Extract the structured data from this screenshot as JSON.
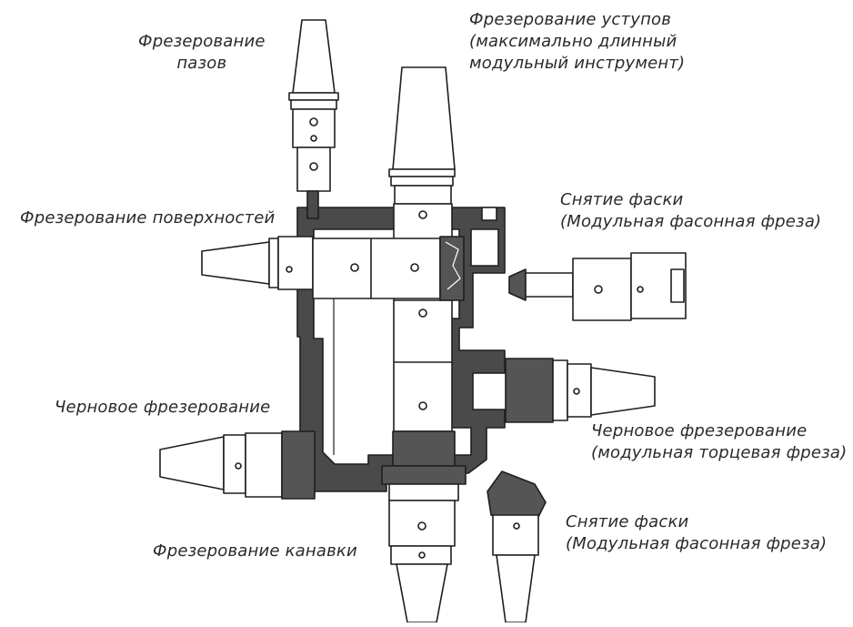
{
  "colors": {
    "body_dark": "#4a4a4a",
    "body_light": "#ffffff",
    "outline": "#1e1e1e",
    "insert": "#555555",
    "text": "#2a2a2a"
  },
  "labels": {
    "slot": {
      "lines": [
        "Фрезерование",
        "пазов"
      ],
      "icon": "slot-milling-tool-icon"
    },
    "shoulder": {
      "lines": [
        "Фрезерование уступов",
        "(максимально длинный",
        "модульный инструмент)"
      ],
      "icon": "shoulder-milling-tool-icon"
    },
    "surface": {
      "lines": [
        "Фрезерование поверхностей"
      ],
      "icon": "face-milling-tool-icon"
    },
    "chamfer_top": {
      "lines": [
        "Снятие фаски",
        "(Модульная фасонная фреза)"
      ],
      "icon": "chamfer-tool-icon"
    },
    "rough_left": {
      "lines": [
        "Черновое фрезерование"
      ],
      "icon": "roughing-tool-icon"
    },
    "rough_right": {
      "lines": [
        "Черновое фрезерование",
        "(модульная торцевая фреза)"
      ],
      "icon": "modular-face-mill-icon"
    },
    "groove": {
      "lines": [
        "Фрезерование канавки"
      ],
      "icon": "groove-milling-tool-icon"
    },
    "chamfer_bottom": {
      "lines": [
        "Снятие фаски",
        "(Модульная фасонная фреза)"
      ],
      "icon": "chamfer-tool-icon"
    }
  }
}
